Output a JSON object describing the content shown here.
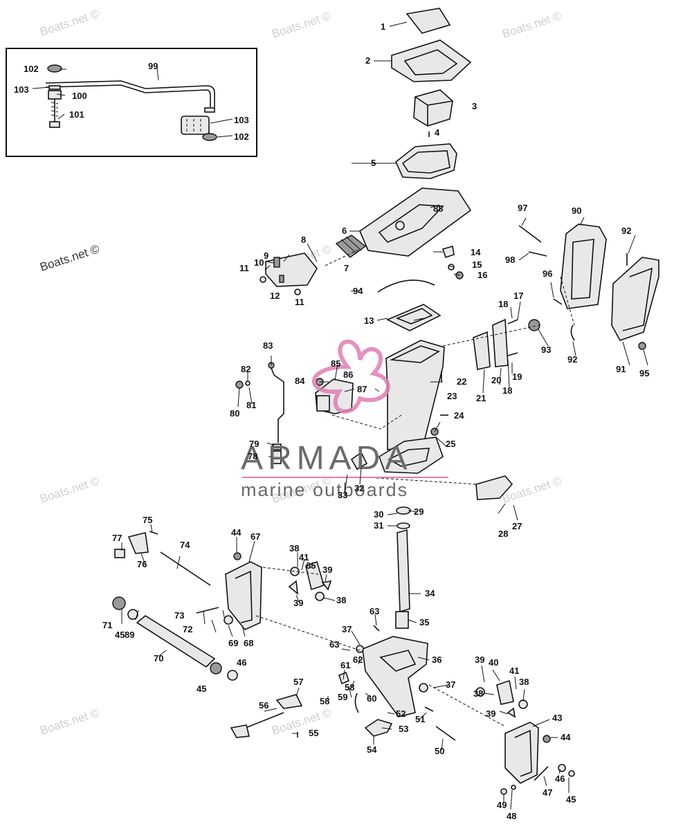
{
  "watermarks": [
    {
      "text": "Boats.net ©"
    },
    {
      "text": "Boats.net ©"
    },
    {
      "text": "Boats.net ©"
    },
    {
      "text": "Boats.net ©"
    },
    {
      "text": "Boats.net ©"
    },
    {
      "text": "Boats.net ©"
    },
    {
      "text": "Boats.net ©"
    },
    {
      "text": "Boats.net ©"
    },
    {
      "text": "Boats.net ©"
    },
    {
      "text": "Boats.net ©"
    }
  ],
  "logo": {
    "word": "ARMADA",
    "tagline": "marine outboards",
    "petal_color": "#e07cb0",
    "text_color": "#6a6a6a"
  },
  "callouts": [
    "1",
    "2",
    "3",
    "4",
    "5",
    "6",
    "7",
    "8",
    "9",
    "10",
    "11",
    "11",
    "12",
    "13",
    "14",
    "15",
    "16",
    "17",
    "18",
    "18",
    "19",
    "20",
    "21",
    "22",
    "23",
    "24",
    "25",
    "27",
    "28",
    "29",
    "30",
    "31",
    "32",
    "33",
    "34",
    "35",
    "36",
    "37",
    "37",
    "38",
    "38",
    "38",
    "38",
    "39",
    "39",
    "39",
    "39",
    "40",
    "41",
    "41",
    "43",
    "44",
    "44",
    "45",
    "45",
    "45",
    "46",
    "46",
    "47",
    "48",
    "49",
    "50",
    "51",
    "52",
    "53",
    "54",
    "55",
    "56",
    "57",
    "58",
    "58",
    "59",
    "60",
    "61",
    "62",
    "63",
    "63",
    "65",
    "67",
    "68",
    "69",
    "70",
    "71",
    "72",
    "73",
    "74",
    "75",
    "76",
    "77",
    "78",
    "79",
    "80",
    "81",
    "82",
    "83",
    "84",
    "85",
    "86",
    "87",
    "88",
    "89",
    "90",
    "91",
    "92",
    "92",
    "93",
    "94",
    "95",
    "96",
    "97",
    "98",
    "99",
    "100",
    "101",
    "102",
    "102",
    "103",
    "103"
  ]
}
